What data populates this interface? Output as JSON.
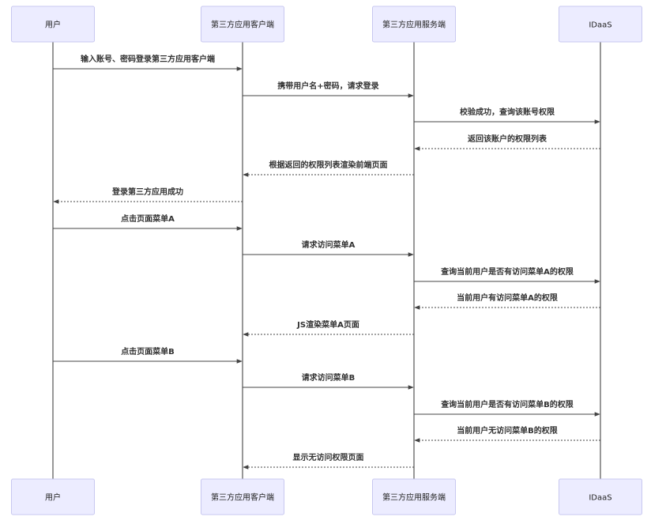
{
  "participants": [
    {
      "id": "user",
      "label": "用户"
    },
    {
      "id": "client",
      "label": "第三方应用客户端"
    },
    {
      "id": "server",
      "label": "第三方应用服务端"
    },
    {
      "id": "idaas",
      "label": "IDaaS"
    }
  ],
  "messages": [
    {
      "from": "user",
      "to": "client",
      "label": "输入账号、密码登录第三方应用客户端",
      "style": "solid"
    },
    {
      "from": "client",
      "to": "server",
      "label": "携带用户名+密码，请求登录",
      "style": "solid"
    },
    {
      "from": "server",
      "to": "idaas",
      "label": "校验成功，查询该账号权限",
      "style": "solid"
    },
    {
      "from": "idaas",
      "to": "server",
      "label": "返回该账户的权限列表",
      "style": "dotted"
    },
    {
      "from": "server",
      "to": "client",
      "label": "根据返回的权限列表渲染前端页面",
      "style": "dotted"
    },
    {
      "from": "client",
      "to": "user",
      "label": "登录第三方应用成功",
      "style": "dotted"
    },
    {
      "from": "user",
      "to": "client",
      "label": "点击页面菜单A",
      "style": "solid"
    },
    {
      "from": "client",
      "to": "server",
      "label": "请求访问菜单A",
      "style": "solid"
    },
    {
      "from": "server",
      "to": "idaas",
      "label": "查询当前用户是否有访问菜单A的权限",
      "style": "solid"
    },
    {
      "from": "idaas",
      "to": "server",
      "label": "当前用户有访问菜单A的权限",
      "style": "dotted"
    },
    {
      "from": "server",
      "to": "client",
      "label": "JS渲染菜单A页面",
      "style": "dotted"
    },
    {
      "from": "user",
      "to": "client",
      "label": "点击页面菜单B",
      "style": "solid"
    },
    {
      "from": "client",
      "to": "server",
      "label": "请求访问菜单B",
      "style": "solid"
    },
    {
      "from": "server",
      "to": "idaas",
      "label": "查询当前用户是否有访问菜单B的权限",
      "style": "solid"
    },
    {
      "from": "idaas",
      "to": "server",
      "label": "当前用户无访问菜单B的权限",
      "style": "dotted"
    },
    {
      "from": "server",
      "to": "client",
      "label": "显示无访问权限页面",
      "style": "dotted"
    }
  ],
  "colors": {
    "actor_fill": "#ECECFF",
    "actor_stroke": "#c8c8f0",
    "line": "#444444"
  }
}
